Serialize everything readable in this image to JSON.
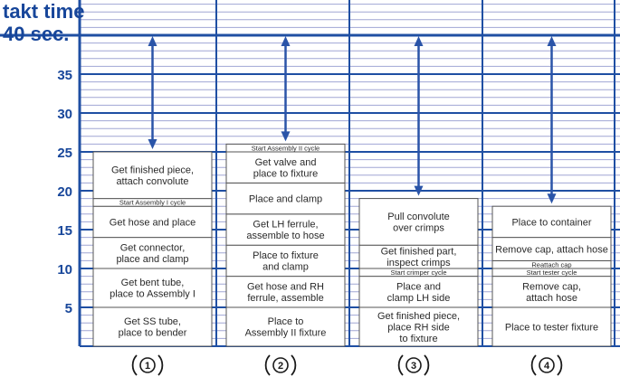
{
  "chart_data": {
    "type": "bar",
    "subtype": "stacked-bar (operator balance chart)",
    "takt_label": "takt time",
    "takt_value_label": "40 sec.",
    "takt_time": 40,
    "y_ticks": [
      {
        "value": 40,
        "label": "40 sec."
      },
      {
        "value": 35,
        "label": "35"
      },
      {
        "value": 30,
        "label": "30"
      },
      {
        "value": 25,
        "label": "25"
      },
      {
        "value": 20,
        "label": "20"
      },
      {
        "value": 15,
        "label": "15"
      },
      {
        "value": 10,
        "label": "10"
      },
      {
        "value": 5,
        "label": "5"
      }
    ],
    "ylim": [
      0,
      45
    ],
    "minor_grid_step": 1,
    "grid": true,
    "categories": [
      "1",
      "2",
      "3",
      "4"
    ],
    "operators": [
      {
        "label": "1",
        "total": 25,
        "segments": [
          {
            "text": "Get SS tube,\nplace to bender",
            "from": 0,
            "to": 5
          },
          {
            "text": "Get bent tube,\nplace to Assembly I",
            "from": 5,
            "to": 10
          },
          {
            "text": "Get connector,\nplace and clamp",
            "from": 10,
            "to": 14
          },
          {
            "text": "Get hose and place",
            "from": 14,
            "to": 18
          },
          {
            "text": "Start Assembly I cycle",
            "from": 18,
            "to": 19
          },
          {
            "text": "Get finished piece,\nattach convolute",
            "from": 19,
            "to": 25
          }
        ]
      },
      {
        "label": "2",
        "total": 26,
        "segments": [
          {
            "text": "Place to\nAssembly II fixture",
            "from": 0,
            "to": 5
          },
          {
            "text": "Get hose and RH\nferrule, assemble",
            "from": 5,
            "to": 9
          },
          {
            "text": "Place to fixture\nand clamp",
            "from": 9,
            "to": 13
          },
          {
            "text": "Get LH ferrule,\nassemble to hose",
            "from": 13,
            "to": 17
          },
          {
            "text": "Place and clamp",
            "from": 17,
            "to": 21
          },
          {
            "text": "Get valve and\nplace to fixture",
            "from": 21,
            "to": 25
          },
          {
            "text": "Start Assembly II cycle",
            "from": 25,
            "to": 26
          }
        ]
      },
      {
        "label": "3",
        "total": 19,
        "segments": [
          {
            "text": "Get finished piece,\nplace RH side\nto fixture",
            "from": 0,
            "to": 5
          },
          {
            "text": "Place and\nclamp LH side",
            "from": 5,
            "to": 9
          },
          {
            "text": "Start crimper cycle",
            "from": 9,
            "to": 10
          },
          {
            "text": "Get finished part,\ninspect crimps",
            "from": 10,
            "to": 13
          },
          {
            "text": "Pull convolute\nover crimps",
            "from": 13,
            "to": 19
          }
        ]
      },
      {
        "label": "4",
        "total": 18,
        "segments": [
          {
            "text": "Place to tester fixture",
            "from": 0,
            "to": 5
          },
          {
            "text": "Remove cap,\nattach hose",
            "from": 5,
            "to": 9
          },
          {
            "text": "Start tester cycle",
            "from": 9,
            "to": 10
          },
          {
            "text": "Reattach cap",
            "from": 10,
            "to": 11
          },
          {
            "text": "Remove cap, attach hose",
            "from": 11,
            "to": 14
          },
          {
            "text": "Place to container",
            "from": 14,
            "to": 18
          }
        ]
      }
    ],
    "colors": {
      "axis": "#17469a",
      "grid_minor": "#a0a6d4",
      "grid_major": "#1f4fa3",
      "arrow": "#2a54a8",
      "segment_fill": "#ffffff",
      "segment_border": "#555555",
      "label_text": "#2a2a2a"
    }
  }
}
